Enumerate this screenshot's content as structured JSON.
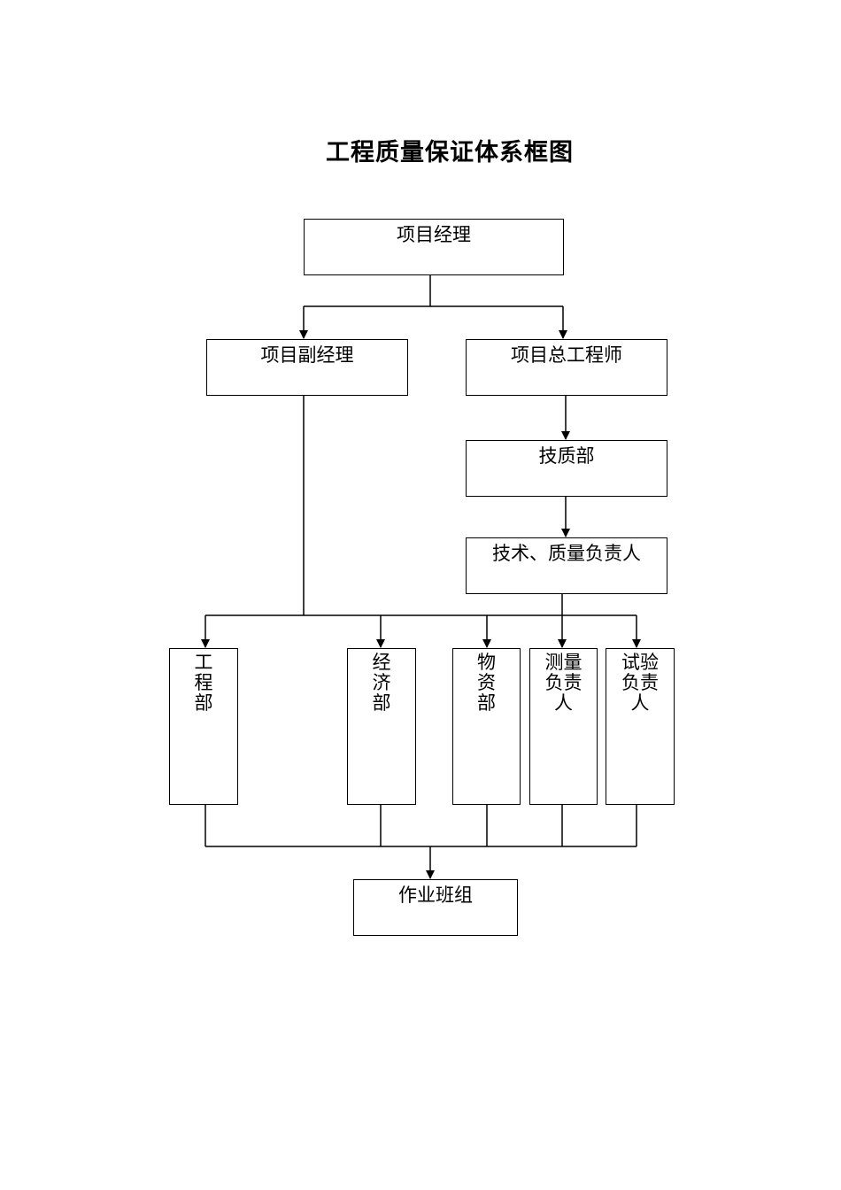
{
  "title": "工程质量保证体系框图",
  "nodes": {
    "project_manager": "项目经理",
    "deputy_manager": "项目副经理",
    "chief_engineer": "项目总工程师",
    "tech_quality_dept": "技质部",
    "tech_quality_lead": "技术、质量负责人",
    "engineering_dept": "工\n程\n部",
    "economic_dept": "经\n济\n部",
    "materials_dept": "物\n资\n部",
    "survey_lead": "测量\n负责\n人",
    "test_lead": "试验\n负责\n人",
    "work_teams": "作业班组"
  },
  "colors": {
    "line": "#000000",
    "background": "#ffffff"
  }
}
